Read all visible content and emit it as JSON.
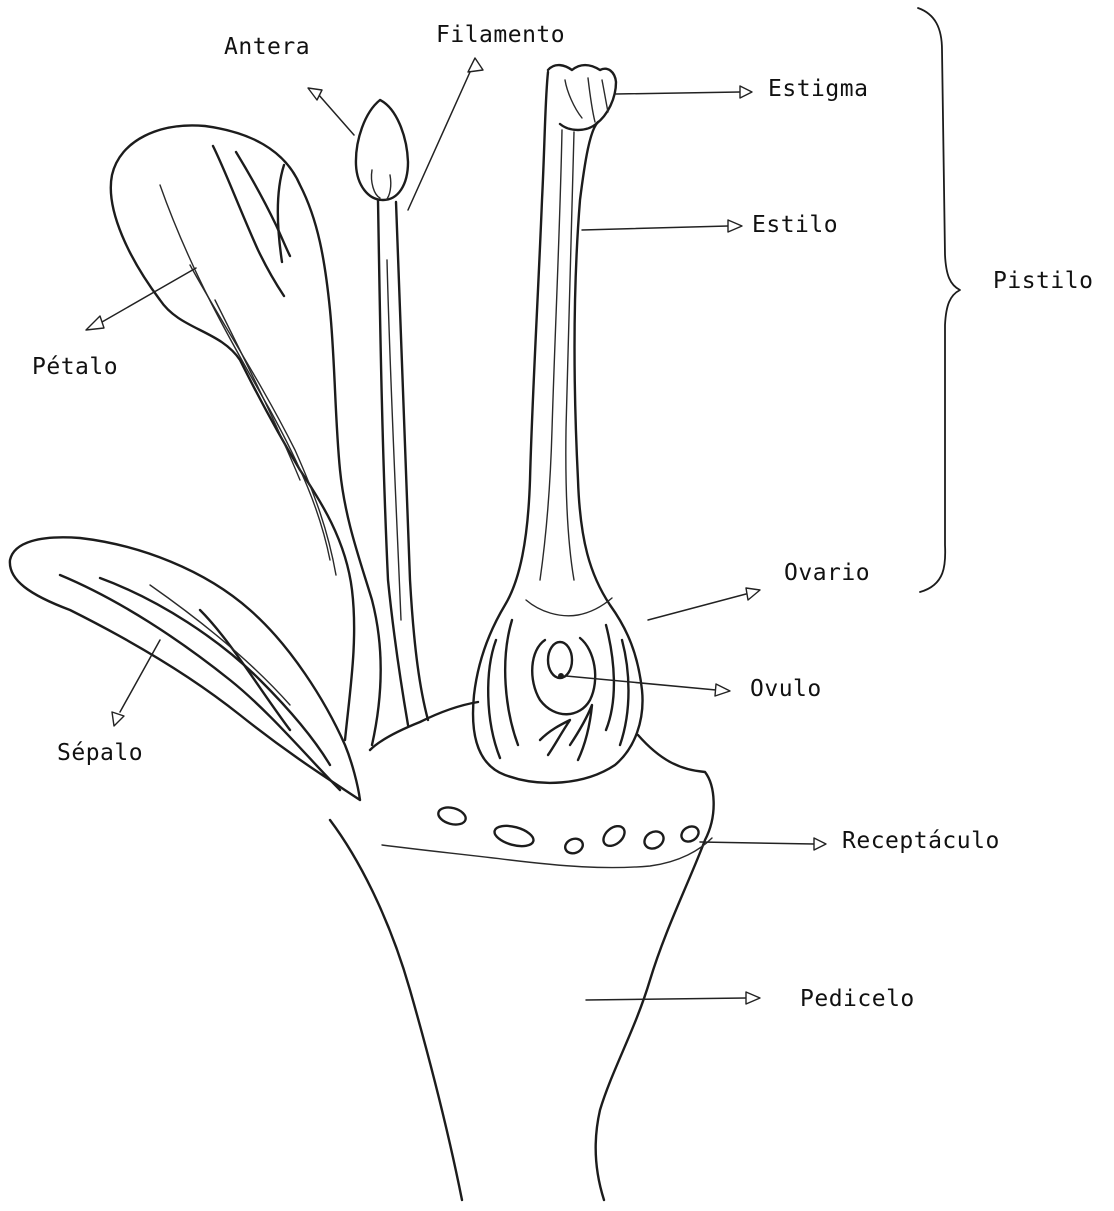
{
  "diagram": {
    "labels": {
      "antera": "Antera",
      "filamento": "Filamento",
      "estigma": "Estigma",
      "estilo": "Estilo",
      "pistilo": "Pistilo",
      "petalo": "Pétalo",
      "ovario": "Ovario",
      "ovulo": "Ovulo",
      "sepalo": "Sépalo",
      "receptaculo": "Receptáculo",
      "pedicelo": "Pedicelo"
    }
  }
}
